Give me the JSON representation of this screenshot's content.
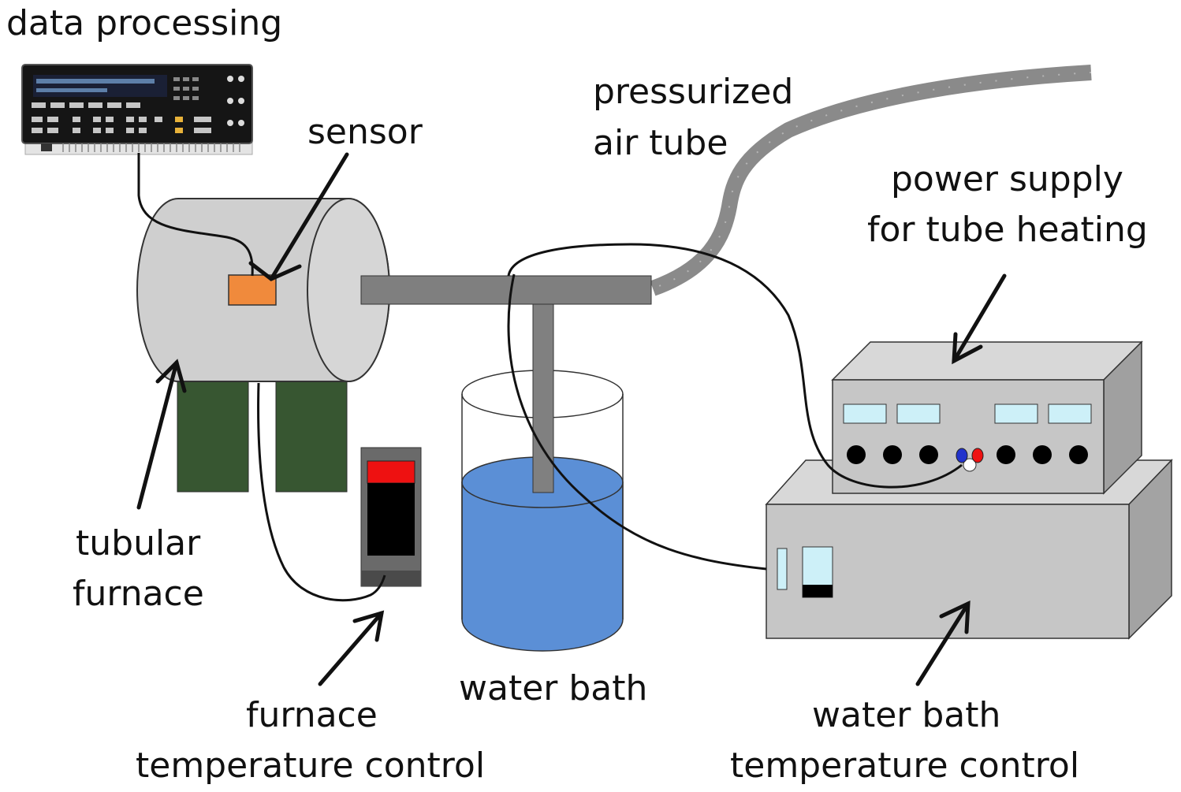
{
  "labels": {
    "data_processing": "data processing",
    "sensor": "sensor",
    "pressurized_line1": "pressurized",
    "pressurized_line2": "air tube",
    "power_supply_line1": "power supply",
    "power_supply_line2": "for tube heating",
    "tubular_furnace_line1": "tubular",
    "tubular_furnace_line2": "furnace",
    "furnace_control_line1": "furnace",
    "furnace_control_line2": "temperature control",
    "water_bath": "water bath",
    "water_bath_control_line1": "water bath",
    "water_bath_control_line2": "temperature control"
  },
  "colors": {
    "furnace_body": "#cfcfcf",
    "furnace_legs": "#375631",
    "sensor": "#f08a3c",
    "tube": "#7f7f7f",
    "water": "#5b8fd6",
    "red_indicator": "#ee1111",
    "display_cyan": "#cdf0f8",
    "cabinet": "#c8c8c8"
  },
  "icons": {
    "data_logger": "data-logger-instrument-icon"
  }
}
